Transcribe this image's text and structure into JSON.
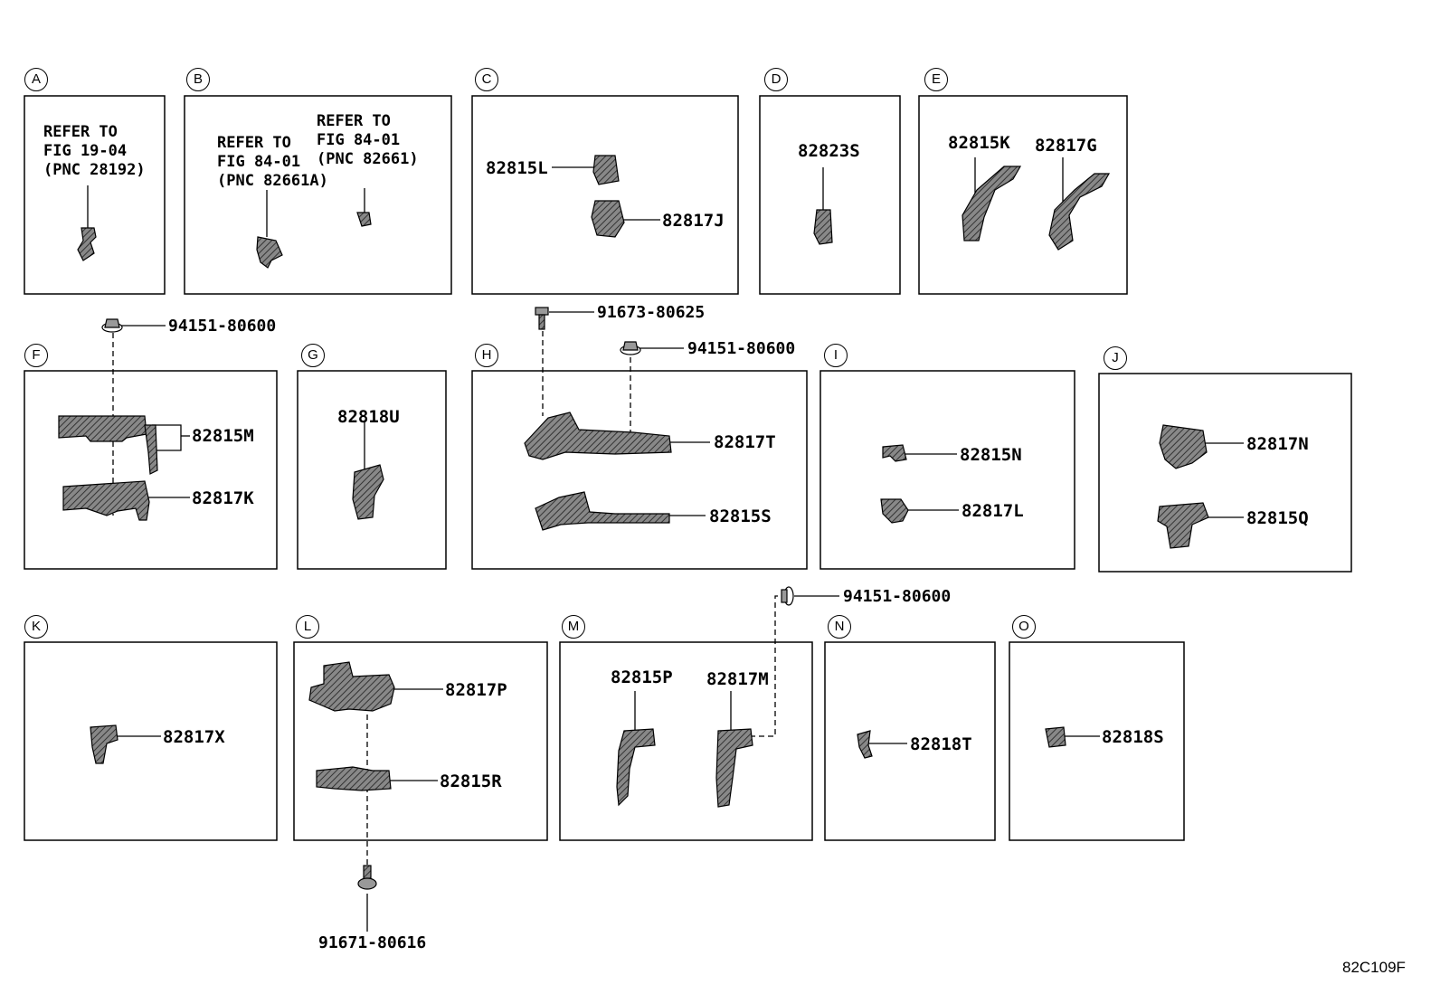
{
  "diagram_code": "82C109F",
  "sections": [
    {
      "letter": "A"
    },
    {
      "letter": "B"
    },
    {
      "letter": "C"
    },
    {
      "letter": "D"
    },
    {
      "letter": "E"
    },
    {
      "letter": "F"
    },
    {
      "letter": "G"
    },
    {
      "letter": "H"
    },
    {
      "letter": "I"
    },
    {
      "letter": "J"
    },
    {
      "letter": "K"
    },
    {
      "letter": "L"
    },
    {
      "letter": "M"
    },
    {
      "letter": "N"
    },
    {
      "letter": "O"
    }
  ],
  "notes": {
    "a": "REFER TO\nFIG 19-04\n(PNC 28192)",
    "b1": "REFER TO\nFIG 84-01\n(PNC 82661A)",
    "b2": "REFER TO\nFIG 84-01\n(PNC 82661)"
  },
  "parts": {
    "c_82815L": "82815L",
    "c_82817J": "82817J",
    "d_82823S": "82823S",
    "e_82815K": "82815K",
    "e_82817G": "82817G",
    "f_bolt": "94151-80600",
    "f_82815M": "82815M",
    "f_82817K": "82817K",
    "g_82818U": "82818U",
    "h_bolt1": "91673-80625",
    "h_bolt2": "94151-80600",
    "h_82817T": "82817T",
    "h_82815S": "82815S",
    "i_82815N": "82815N",
    "i_82817L": "82817L",
    "j_82817N": "82817N",
    "j_82815Q": "82815Q",
    "m_bolt": "94151-80600",
    "k_82817X": "82817X",
    "l_82817P": "82817P",
    "l_82815R": "82815R",
    "l_bolt": "91671-80616",
    "m_82815P": "82815P",
    "m_82817M": "82817M",
    "n_82818T": "82818T",
    "o_82818S": "82818S"
  }
}
